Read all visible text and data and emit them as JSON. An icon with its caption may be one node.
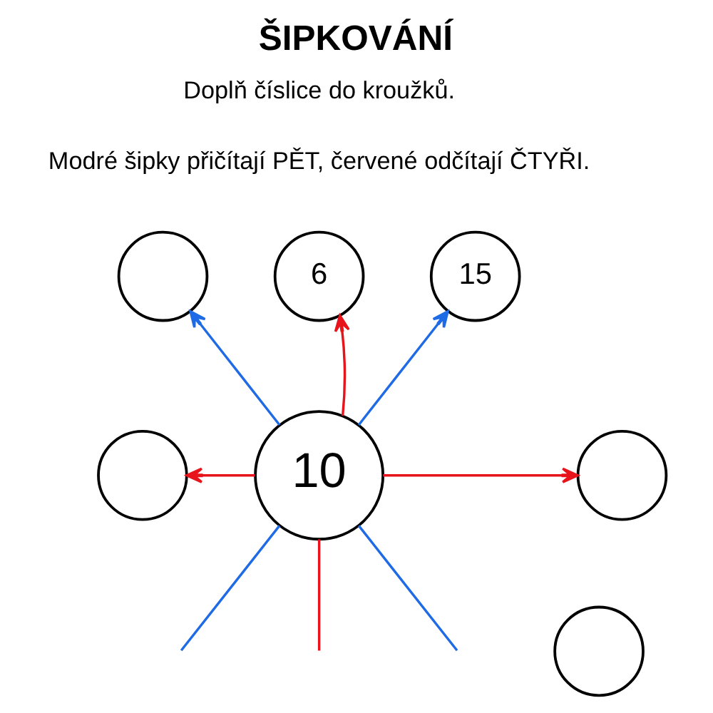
{
  "diagram": {
    "title": "ŠIPKOVÁNÍ",
    "nodes": [
      {
        "text": [],
        "shape": "circle"
      },
      {
        "text": [
          "6"
        ]
      },
      {
        "text": [
          "15"
        ]
      },
      {
        "text": [],
        "shape": "circle"
      },
      {
        "text": [
          "10"
        ]
      },
      {
        "text": [],
        "shape": "circle"
      },
      {
        "text": [],
        "shape": "circle"
      }
    ],
    "edges": [
      {
        "from": 4,
        "to": 0,
        "arrow": "to",
        "color": "#1f6be6"
      },
      {
        "from": 4,
        "to": 1,
        "arrow": "to",
        "color": "#e8141c"
      },
      {
        "from": 4,
        "to": 2,
        "arrow": "to",
        "color": "#1f6be6"
      },
      {
        "from": 4,
        "to": 3,
        "arrow": "to",
        "color": "#e8141c"
      },
      {
        "from": 4,
        "to": 5,
        "arrow": "to",
        "color": "#e8141c"
      },
      {
        "from": 4,
        "to": null,
        "arrow": "none",
        "color": "#1f6be6"
      },
      {
        "from": 4,
        "to": null,
        "arrow": "none",
        "color": "#1f6be6"
      },
      {
        "from": 4,
        "to": null,
        "arrow": "none",
        "color": "#e8141c"
      }
    ],
    "labels": [
      "Doplň číslice do kroužků.",
      "Modré šipky přičítají PĚT, červené odčítají ČTYŘI."
    ]
  }
}
